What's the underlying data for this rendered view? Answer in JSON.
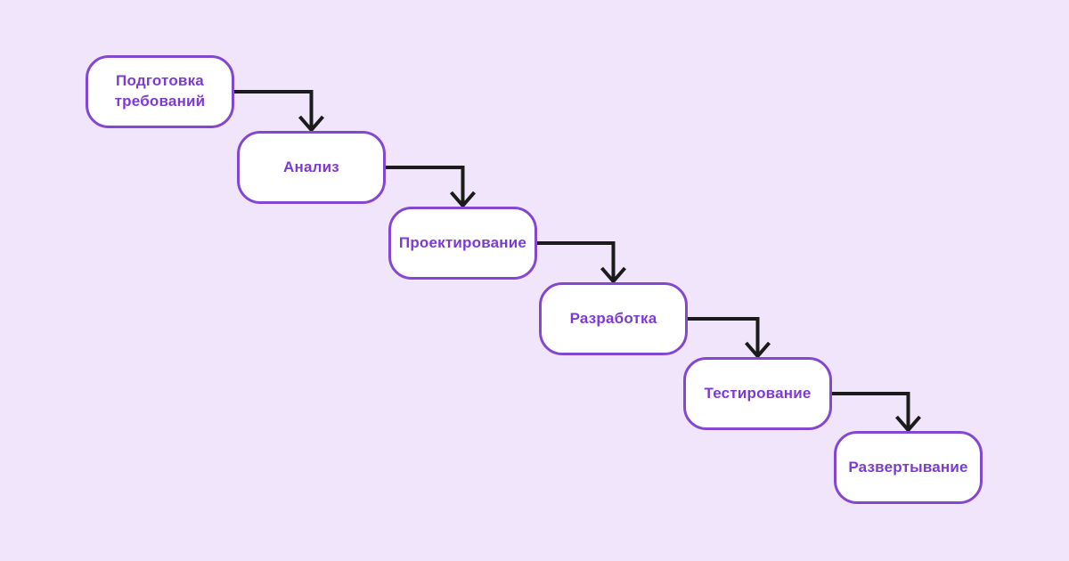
{
  "diagram": {
    "type": "waterfall-flowchart",
    "steps": [
      {
        "label": "Подготовка требований"
      },
      {
        "label": "Анализ"
      },
      {
        "label": "Проектирование"
      },
      {
        "label": "Разработка"
      },
      {
        "label": "Тестирование"
      },
      {
        "label": "Развертывание"
      }
    ],
    "connections": [
      {
        "from": 0,
        "to": 1
      },
      {
        "from": 1,
        "to": 2
      },
      {
        "from": 2,
        "to": 3
      },
      {
        "from": 3,
        "to": 4
      },
      {
        "from": 4,
        "to": 5
      }
    ],
    "colors": {
      "background": "#F0E5FB",
      "node_fill": "#FFFFFF",
      "node_border": "#8447D1",
      "node_text": "#7C3BD6",
      "arrow": "#1B1B1B"
    }
  }
}
